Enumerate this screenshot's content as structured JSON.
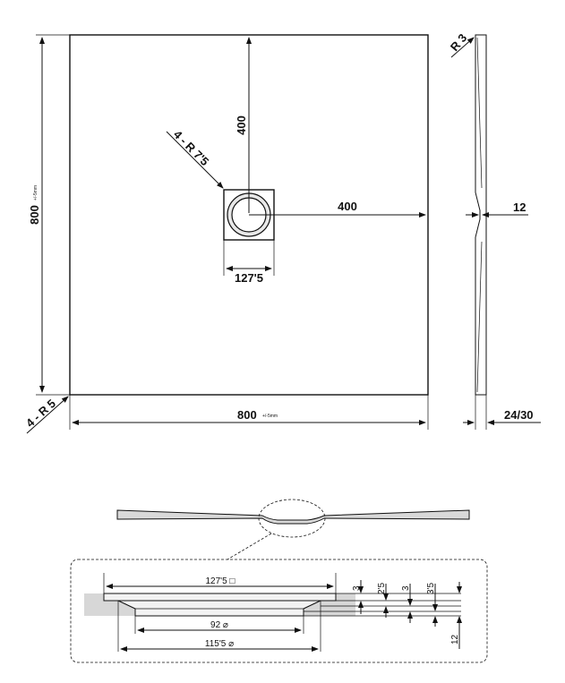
{
  "plan": {
    "height_label": "800",
    "height_tolerance": "+/-5mm",
    "width_label": "800",
    "width_tolerance": "+/-5mm",
    "drain_vertical_offset": "400",
    "drain_horizontal_offset": "400",
    "drain_square_label": "127'5",
    "drain_radius_label": "4 - R 7'5",
    "corner_radius_label": "4 - R 5"
  },
  "profile": {
    "edge_radius_label": "R 3",
    "center_thickness_label": "12",
    "edge_thickness_label": "24/30"
  },
  "detail": {
    "square_label": "127'5 □",
    "inner_diameter_label": "92 ⌀",
    "outer_diameter_label": "115'5 ⌀",
    "depth_labels": [
      "3",
      "2'5",
      "3",
      "3'5"
    ],
    "right_label": "12"
  }
}
